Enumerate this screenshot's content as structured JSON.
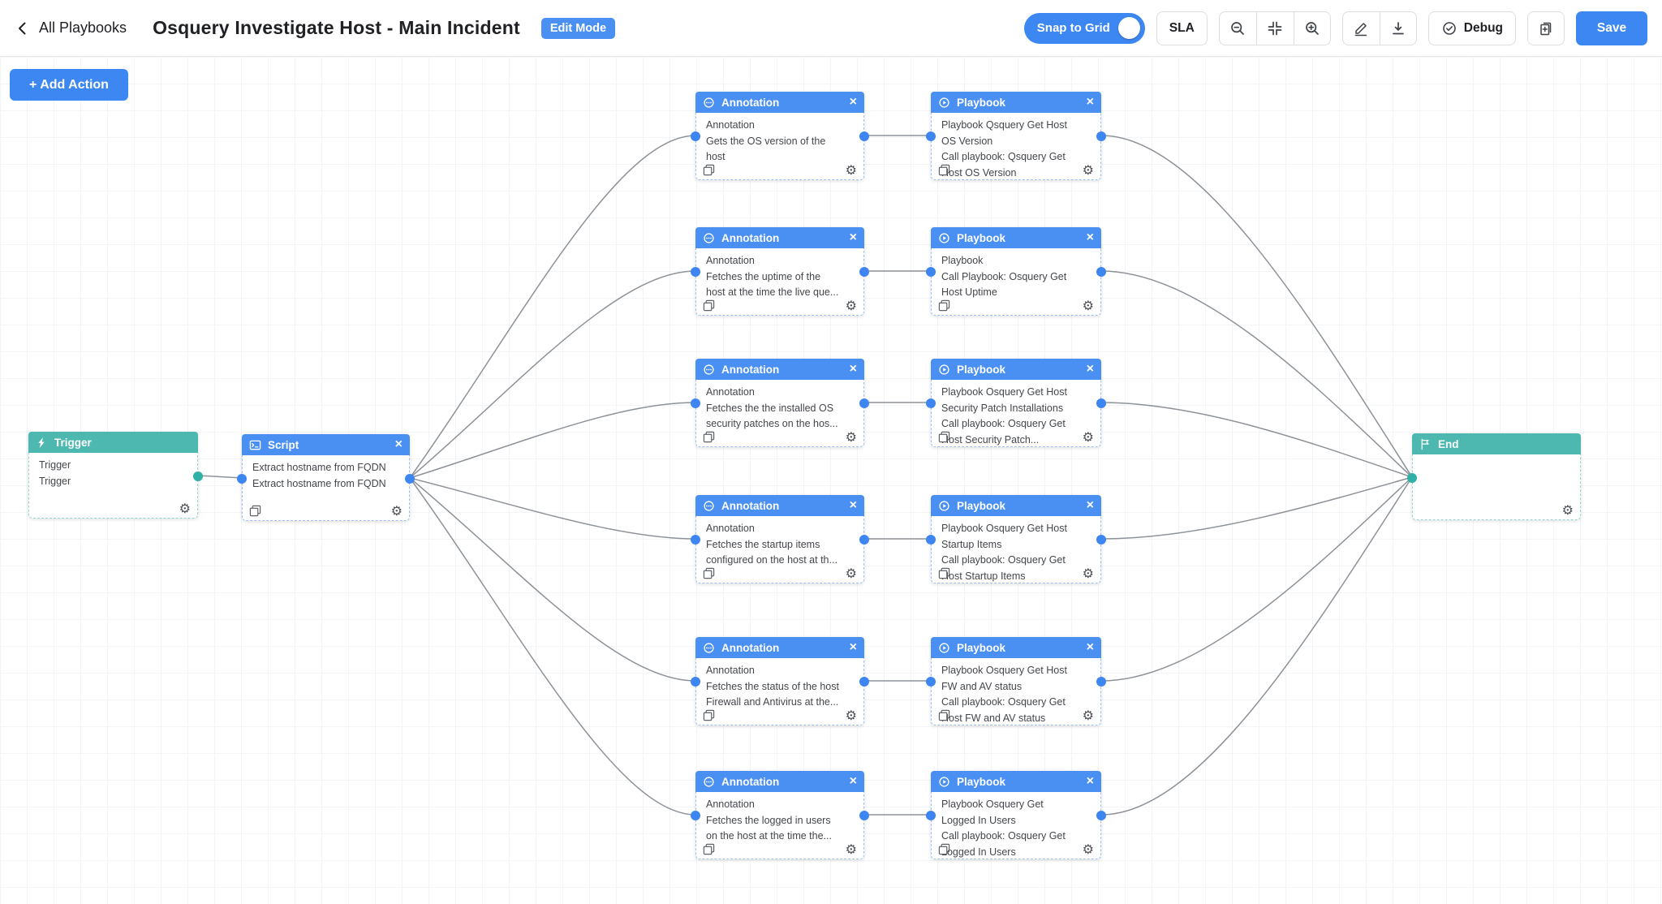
{
  "header": {
    "back_label": "All Playbooks",
    "title": "Osquery Investigate Host - Main Incident",
    "mode_badge": "Edit Mode",
    "snap_label": "Snap to Grid",
    "sla_label": "SLA",
    "debug_label": "Debug",
    "save_label": "Save"
  },
  "canvas": {
    "add_action_label": "+ Add Action"
  },
  "colors": {
    "accent_blue": "#4a90f2",
    "button_blue": "#3d87f3",
    "teal": "#4db8b0",
    "edge_gray": "#8d9298"
  },
  "nodes": [
    {
      "id": "trigger",
      "type": "trigger",
      "header": "Trigger",
      "lines": [
        "Trigger",
        "Trigger"
      ]
    },
    {
      "id": "script",
      "type": "script",
      "header": "Script",
      "lines": [
        "Extract hostname from FQDN",
        "Extract hostname from FQDN"
      ]
    },
    {
      "id": "annotation-1",
      "type": "annotation",
      "header": "Annotation",
      "lines": [
        "Annotation",
        "Gets the OS version of the",
        "host"
      ]
    },
    {
      "id": "annotation-2",
      "type": "annotation",
      "header": "Annotation",
      "lines": [
        "Annotation",
        "Fetches the uptime of the",
        "host at the time the live que..."
      ]
    },
    {
      "id": "annotation-3",
      "type": "annotation",
      "header": "Annotation",
      "lines": [
        "Annotation",
        "Fetches the the installed OS",
        "security patches on the hos..."
      ]
    },
    {
      "id": "annotation-4",
      "type": "annotation",
      "header": "Annotation",
      "lines": [
        "Annotation",
        "Fetches the startup items",
        "configured on the host at th..."
      ]
    },
    {
      "id": "annotation-5",
      "type": "annotation",
      "header": "Annotation",
      "lines": [
        "Annotation",
        "Fetches the status of the host",
        "Firewall and Antivirus at the..."
      ]
    },
    {
      "id": "annotation-6",
      "type": "annotation",
      "header": "Annotation",
      "lines": [
        "Annotation",
        "Fetches the logged in users",
        "on the host at the time the..."
      ]
    },
    {
      "id": "playbook-1",
      "type": "playbook",
      "header": "Playbook",
      "lines": [
        "Playbook Qsquery Get Host",
        "OS Version",
        "Call playbook: Qsquery Get",
        "Host OS Version"
      ]
    },
    {
      "id": "playbook-2",
      "type": "playbook",
      "header": "Playbook",
      "lines": [
        "Playbook",
        "Call Playbook: Osquery Get",
        "Host Uptime"
      ]
    },
    {
      "id": "playbook-3",
      "type": "playbook",
      "header": "Playbook",
      "lines": [
        "Playbook Osquery Get Host",
        "Security Patch Installations",
        "Call playbook: Osquery Get",
        "Host Security Patch..."
      ]
    },
    {
      "id": "playbook-4",
      "type": "playbook",
      "header": "Playbook",
      "lines": [
        "Playbook Osquery Get Host",
        "Startup Items",
        "Call playbook: Osquery Get",
        "Host Startup Items"
      ]
    },
    {
      "id": "playbook-5",
      "type": "playbook",
      "header": "Playbook",
      "lines": [
        "Playbook Osquery Get Host",
        "FW and AV status",
        "Call playbook: Osquery Get",
        "Host FW and AV status"
      ]
    },
    {
      "id": "playbook-6",
      "type": "playbook",
      "header": "Playbook",
      "lines": [
        "Playbook Osquery Get",
        "Logged In Users",
        "Call playbook: Osquery Get",
        "Logged In Users"
      ]
    },
    {
      "id": "end",
      "type": "end",
      "header": "End",
      "lines": []
    }
  ]
}
